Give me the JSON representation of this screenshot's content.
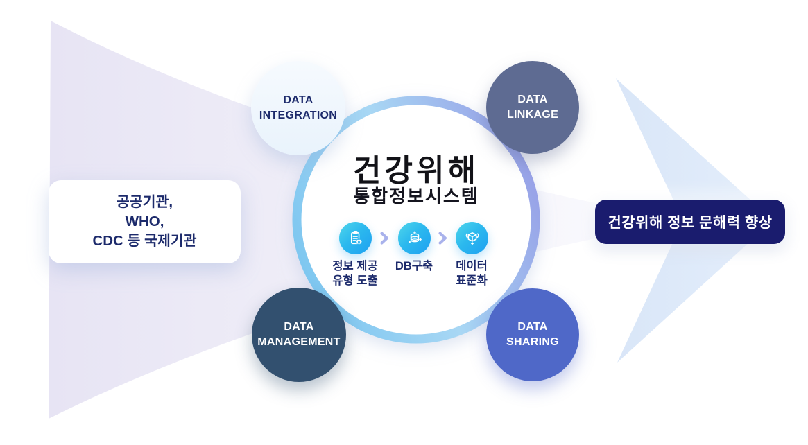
{
  "center": {
    "title_line1": "건강위해",
    "title_line2": "통합정보시스템",
    "steps": [
      {
        "icon": "clipboard-gear-icon",
        "label_lines": [
          "정보 제공",
          "유형 도출"
        ]
      },
      {
        "icon": "database-icon",
        "label_lines": [
          "DB구축"
        ]
      },
      {
        "icon": "cube-standard-icon",
        "label_lines": [
          "데이터",
          "표준화"
        ]
      }
    ]
  },
  "satellites": [
    {
      "id": "integration",
      "label_lines": [
        "DATA",
        "INTEGRATION"
      ],
      "bg": "#eef5fd",
      "text_color": "#1c2a6b"
    },
    {
      "id": "linkage",
      "label_lines": [
        "DATA",
        "LINKAGE"
      ],
      "bg": "#5e6b92",
      "text_color": "#ffffff"
    },
    {
      "id": "management",
      "label_lines": [
        "DATA",
        "MANAGEMENT"
      ],
      "bg": "#32506f",
      "text_color": "#ffffff"
    },
    {
      "id": "sharing",
      "label_lines": [
        "DATA",
        "SHARING"
      ],
      "bg": "#4f68c8",
      "text_color": "#ffffff"
    }
  ],
  "left_box": {
    "lines": [
      "공공기관,",
      "WHO,",
      "CDC 등 국제기관"
    ]
  },
  "right_box": {
    "text": "건강위해 정보 문해력 향상",
    "bg": "#1a1c6e"
  },
  "colors": {
    "arrow_tail": "#e8e6f5",
    "arrowhead": "#dce8f8",
    "ring_cyan": "#7cc6f0",
    "ring_periwinkle": "#97a0e7",
    "icon_gradient_start": "#4fd6eb",
    "icon_gradient_end": "#1ea0f1",
    "navy_text": "#1c2a6b",
    "chevron": "#a9b2ec"
  }
}
